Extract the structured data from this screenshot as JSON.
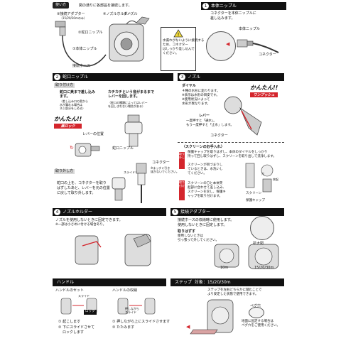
{
  "usage": {
    "header": "使い方",
    "intro": "図の通りに各部品を接続します。",
    "lbl_adapter": "接続アダプター",
    "lbl_adapter_sub": "（15/20/30mのみ）",
    "lbl_faucet_nipple": "蛇口ニップル",
    "lbl_nozzle_holder": "ノズルホルダー",
    "lbl_nozzle": "ノズル",
    "lbl_body_nipple": "本体ニップル",
    "lbl_connect_hose": "接続ホース",
    "n1": "①",
    "n2": "②",
    "n3": "③",
    "n4": "④",
    "n5": "⑤",
    "caution_lines": [
      "水漏れがないように接続する",
      "ため、コネクター",
      "はしっかり差し込んで",
      "ください。"
    ]
  },
  "s1": {
    "num": "1",
    "title": "本体ニップル",
    "desc": [
      "コネクターを本体ニップルに",
      "差し込みます。"
    ],
    "lbl_body_nipple": "本体ニップル",
    "lbl_connector": "コネクター"
  },
  "s2": {
    "num": "2",
    "title": "蛇口ニップル",
    "attach_label": "取り付け方",
    "step_a": [
      "蛇口に奥まで差し込み",
      "ます。"
    ],
    "step_a_note": [
      "（差し込み口の奥から",
      "水が漏れる場合は",
      "ネジ部分をしめる）"
    ],
    "step_b": [
      "カチカチという音がまるまで",
      "レバーを回します。"
    ],
    "step_b_note": [
      "（蛇口の種類によってはレバー",
      "を回しきれない場合がある）"
    ],
    "logo_text": "かんたん!!",
    "logo_sub": "楽ロック",
    "lbl_lever_pos": "レバーの位置",
    "lbl_faucet_nipple": "蛇口ニップル",
    "lbl_connector": "コネクター",
    "lbl_slide": "スライドリング",
    "remove_label": "取り外し方",
    "remove_text": [
      "蛇口の上を、コネクターを取り",
      "はずしたあと、レバーを元の位置",
      "に戻して取り外します。"
    ],
    "note": [
      "※まっすぐ引き",
      "抜かないでください。"
    ]
  },
  "s3": {
    "num": "3",
    "title": "ノズル",
    "lbl_dial": "ダイヤル",
    "dial_desc": [
      "４種の水形に変わります。",
      "※表示は水形の目安です。",
      "※使用状況によって",
      "水形が異なります。"
    ],
    "logo_text": "かんたん!!",
    "logo_sub": "ワンプッシュ",
    "lbl_lever": "レバー",
    "lever_desc": [
      "一度押すと「通水」。",
      "もう一度押すと「止水」します。"
    ],
    "lbl_connector": "コネクター",
    "screen_title": "〈スクリーンのお手入れ〉",
    "screen_step1": [
      "保護キャップを取りはずし、本体のダイヤルをしっかり",
      "持って回し取りはずし、スクリーンを取り出して洗浄します。"
    ],
    "screen_step2": [
      "スクリーンが目づまりし",
      "ているときは、水洗いし",
      "てください。"
    ],
    "screen_step3": [
      "スクリーンの〇と本体突",
      "起部に合わせて差し込み、",
      "スクリーンを戻し、保護キ",
      "ャップを取り付けます。"
    ],
    "lbl_screen": "スクリーン",
    "lbl_cap": "保護キャップ",
    "lbl_protrusion": "突起",
    "lbl_hole": "穴",
    "side_left_1": "取り外し",
    "side_left_2": "取り付け"
  },
  "s4": {
    "num": "4",
    "title": "ノズルホルダー",
    "desc": [
      "ノズルを使用しないときに固定できます。",
      "※一部は小さめに付ける場合あり。"
    ]
  },
  "s5": {
    "num": "5",
    "title": "接続アダプター",
    "desc": [
      "接続ホースの収納時に使用します。",
      "使用しないときに固定します。"
    ],
    "lbl_remove": "取りはずす",
    "lbl_remove2": [
      "使用しないときは",
      "引っ張って外してください。"
    ],
    "lbl_zoom": "拡大図",
    "lbl_10m": "10m",
    "lbl_152030": "15/20/30m"
  },
  "handle": {
    "title": "ハンドル",
    "set_label": "ハンドルのセット",
    "store_label": "ハンドルの収納",
    "lbl_slide": "スライド",
    "lbl_lock": "ロック",
    "lbl_press": "押しながら",
    "lbl_slide2": "スライド",
    "lbl_lift": "起こす",
    "lbl_fold": "たたむ",
    "step1": "起こします",
    "step2": [
      "下にスライドさせて",
      "ロックします"
    ],
    "store1": "押しながら上にスライドさせます",
    "store2": "たたみます"
  },
  "step": {
    "title": "ステップ",
    "target": "対象：15/20/30m",
    "desc": [
      "ステップを左右どちらかに踏むことで",
      "より安定した状態で使用できます。"
    ],
    "lbl_peg": "ペグ穴",
    "peg_note": [
      "地面に固定する場合は",
      "ペグ穴をご使用ください。"
    ]
  }
}
